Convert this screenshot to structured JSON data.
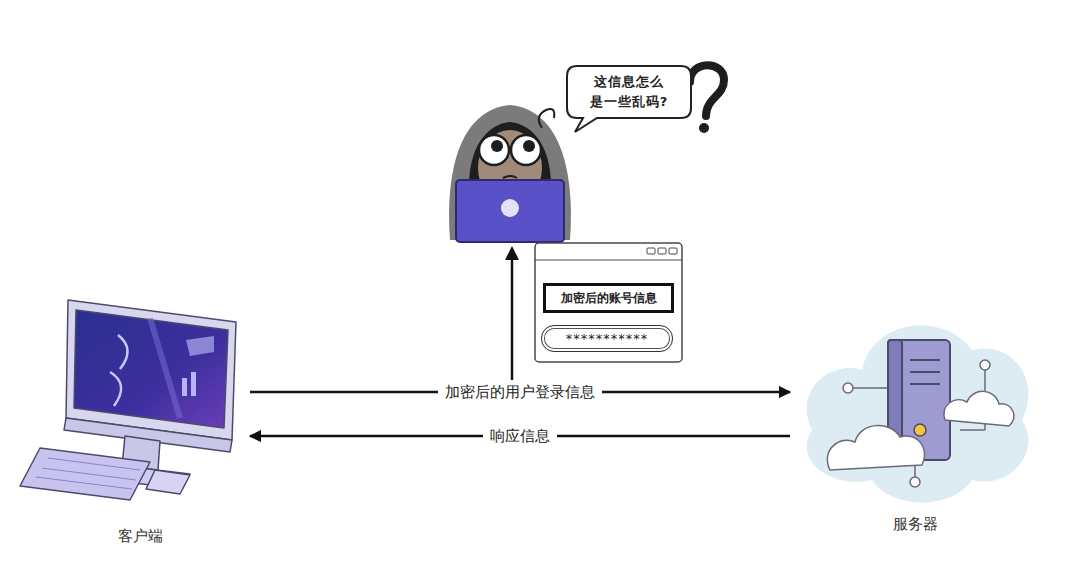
{
  "diagram": {
    "nodes": [
      {
        "text": [
          "客户端"
        ]
      },
      {
        "text": [
          "服务器"
        ]
      },
      {
        "text": [
          "这信息怎么是一些乱码?"
        ]
      },
      {
        "text": [
          "加密后的账号信息"
        ]
      },
      {
        "text": [
          "***********"
        ]
      }
    ],
    "edges": [
      {
        "from": 0,
        "to": 1,
        "label": "加密后的用户登录信息",
        "arrow": "to"
      },
      {
        "from": 1,
        "to": 0,
        "label": "响应信息",
        "arrow": "to"
      }
    ]
  }
}
